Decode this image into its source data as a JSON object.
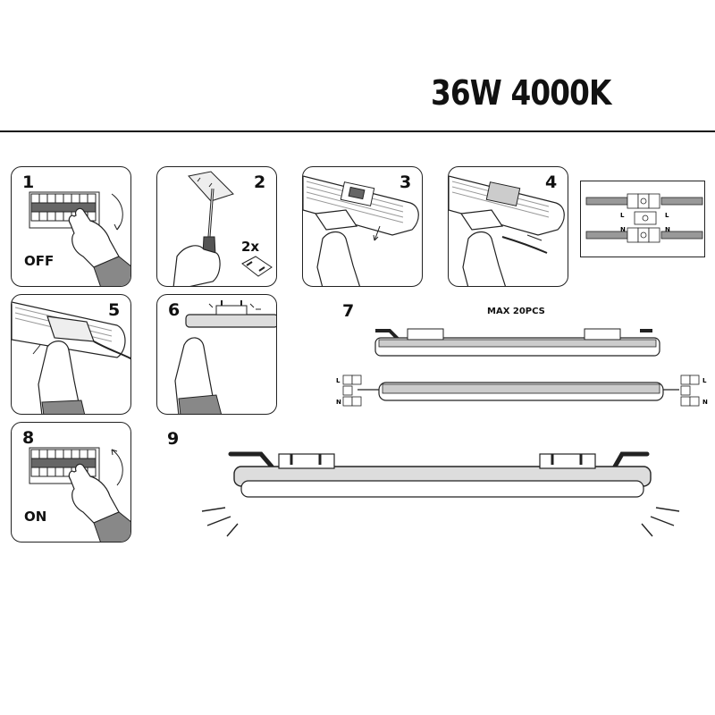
{
  "header": {
    "title": "36W 4000K"
  },
  "steps": [
    {
      "number": "1",
      "label": "OFF"
    },
    {
      "number": "2",
      "label": "2x"
    },
    {
      "number": "3"
    },
    {
      "number": "4"
    },
    {
      "number": "5"
    },
    {
      "number": "6"
    },
    {
      "number": "7",
      "note": "MAX 20PCS"
    },
    {
      "number": "8",
      "label": "ON"
    },
    {
      "number": "9"
    }
  ],
  "wiring": {
    "live": "L",
    "neutral": "N"
  }
}
